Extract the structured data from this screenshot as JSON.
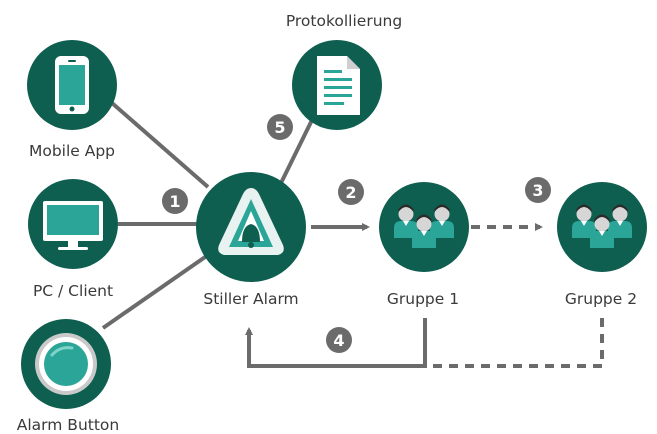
{
  "nodes": {
    "mobile_app": {
      "label": "Mobile App",
      "icon": "smartphone-icon"
    },
    "pc_client": {
      "label": "PC / Client",
      "icon": "monitor-icon"
    },
    "alarm_button": {
      "label": "Alarm Button",
      "icon": "alarm-button-icon"
    },
    "stiller_alarm": {
      "label": "Stiller Alarm",
      "icon": "bell-triangle-logo-icon"
    },
    "protokollierung": {
      "label": "Protokollierung",
      "icon": "document-icon"
    },
    "gruppe_1": {
      "label": "Gruppe 1",
      "icon": "people-group-icon"
    },
    "gruppe_2": {
      "label": "Gruppe 2",
      "icon": "people-group-icon"
    }
  },
  "steps": [
    "1",
    "2",
    "3",
    "4",
    "5"
  ],
  "colors": {
    "node_fill": "#0f5f50",
    "teal_accent": "#2aa597",
    "connector": "#6b6b6b",
    "badge": "#6b6b6b",
    "label_text": "#3a3a3a"
  }
}
